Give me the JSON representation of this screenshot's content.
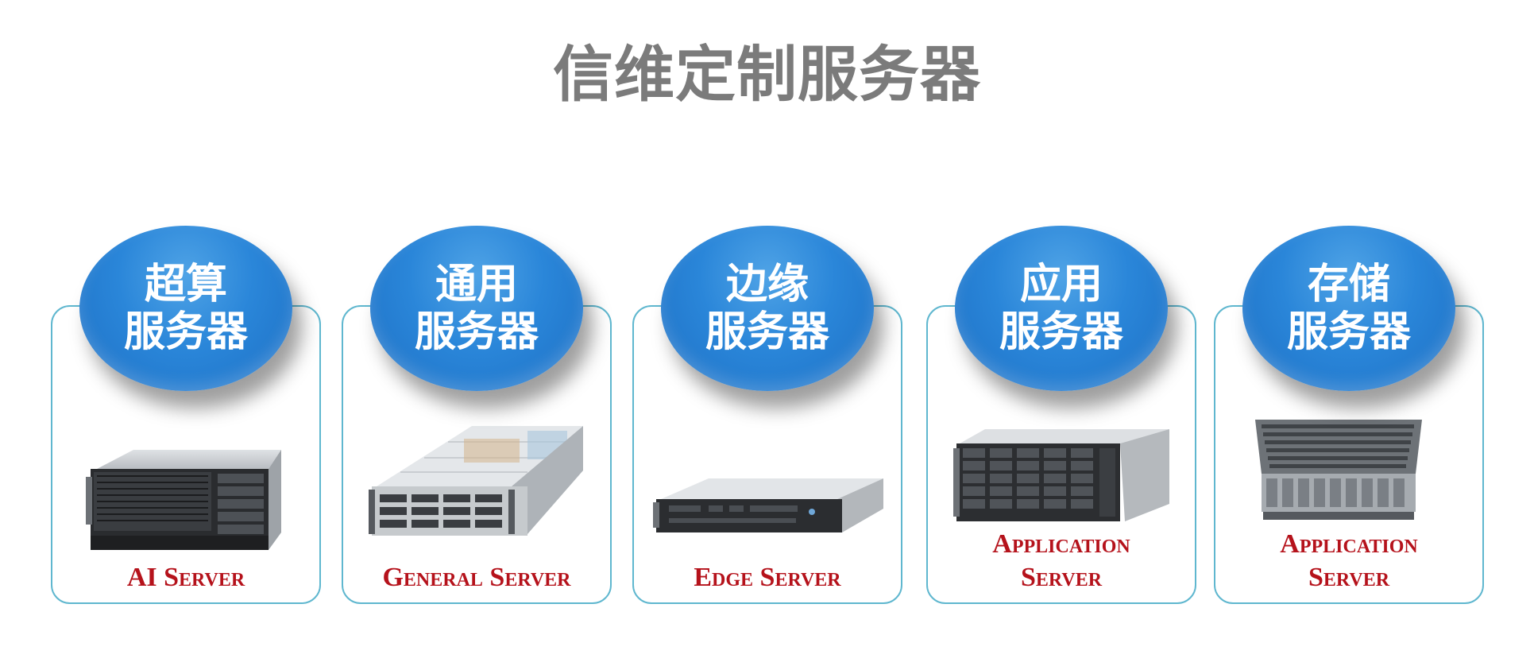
{
  "title": "信维定制服务器",
  "cards": [
    {
      "badge_line1": "超算",
      "badge_line2": "服务器",
      "caption_line1": "AI Server",
      "caption_line2": ""
    },
    {
      "badge_line1": "通用",
      "badge_line2": "服务器",
      "caption_line1": "General Server",
      "caption_line2": ""
    },
    {
      "badge_line1": "边缘",
      "badge_line2": "服务器",
      "caption_line1": "Edge Server",
      "caption_line2": ""
    },
    {
      "badge_line1": "应用",
      "badge_line2": "服务器",
      "caption_line1": "Application",
      "caption_line2": "Server"
    },
    {
      "badge_line1": "存储",
      "badge_line2": "服务器",
      "caption_line1": "Application",
      "caption_line2": "Server"
    }
  ],
  "colors": {
    "title": "#7b7b7b",
    "badge": "#2a86d9",
    "card_border": "#5fb7cf",
    "caption": "#b5121b"
  }
}
